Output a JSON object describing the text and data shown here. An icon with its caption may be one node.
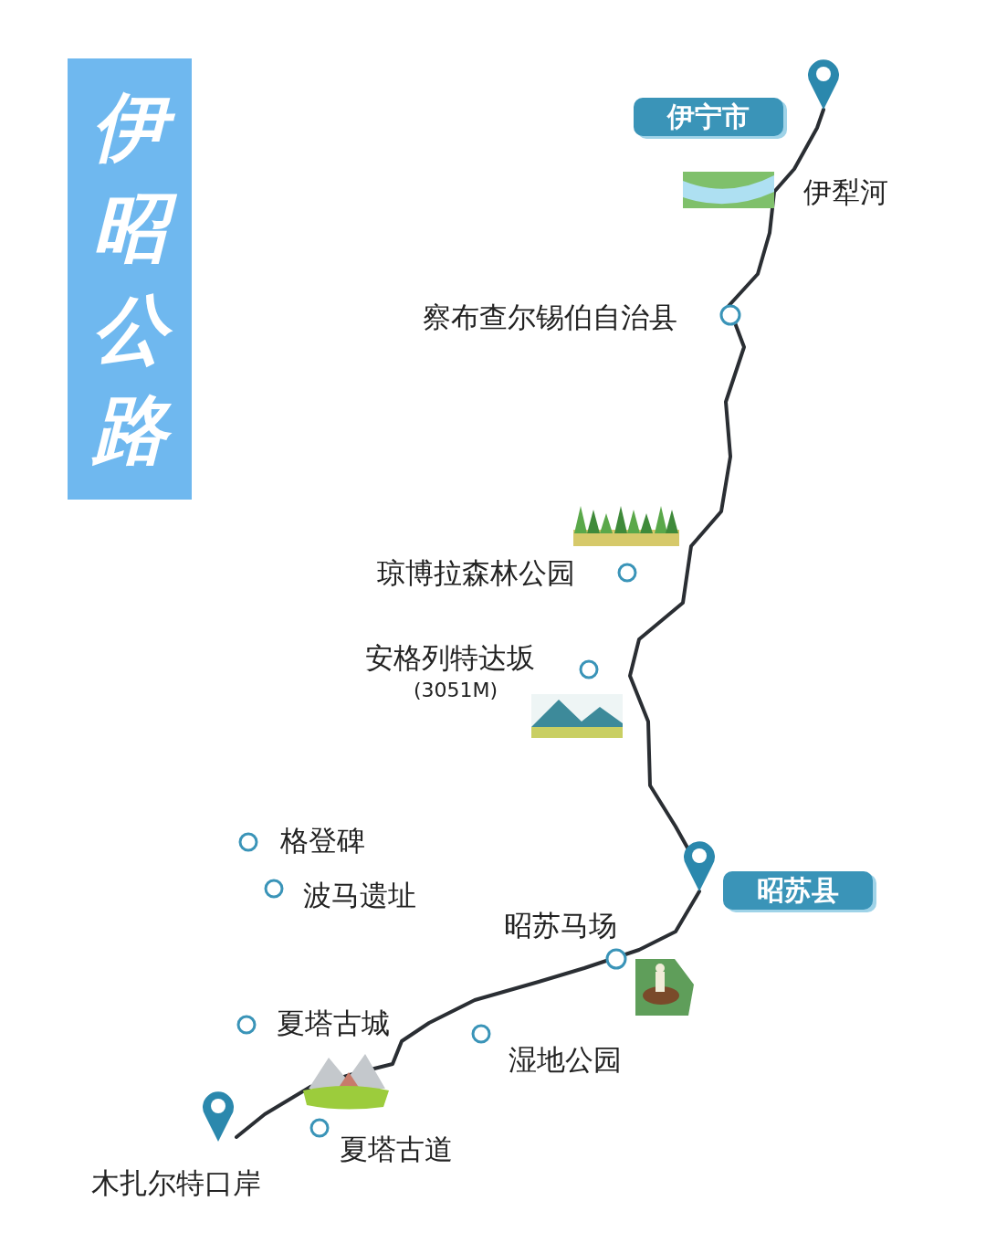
{
  "diagram": {
    "title": "伊昭公路",
    "nodes": [
      {
        "text": [
          "伊宁市"
        ]
      },
      {
        "text": [
          "昭苏县"
        ]
      },
      {
        "text": [],
        "shape": "pin"
      },
      {
        "text": [],
        "shape": "pin"
      },
      {
        "text": [],
        "shape": "pin",
        "beside": [
          "木扎尔特口岸"
        ]
      }
    ],
    "edges": [
      {
        "from": 2,
        "to": 3,
        "arrow": "none"
      },
      {
        "from": 3,
        "to": 4,
        "arrow": "none"
      }
    ],
    "labels": [
      "伊犁河",
      "察布查尔锡伯自治县",
      "琼博拉森林公园",
      "安格列特达坂",
      "(3051M)",
      "格登碑",
      "波马遗址",
      "昭苏马场",
      "夏塔古城",
      "湿地公园",
      "夏塔古道"
    ]
  }
}
